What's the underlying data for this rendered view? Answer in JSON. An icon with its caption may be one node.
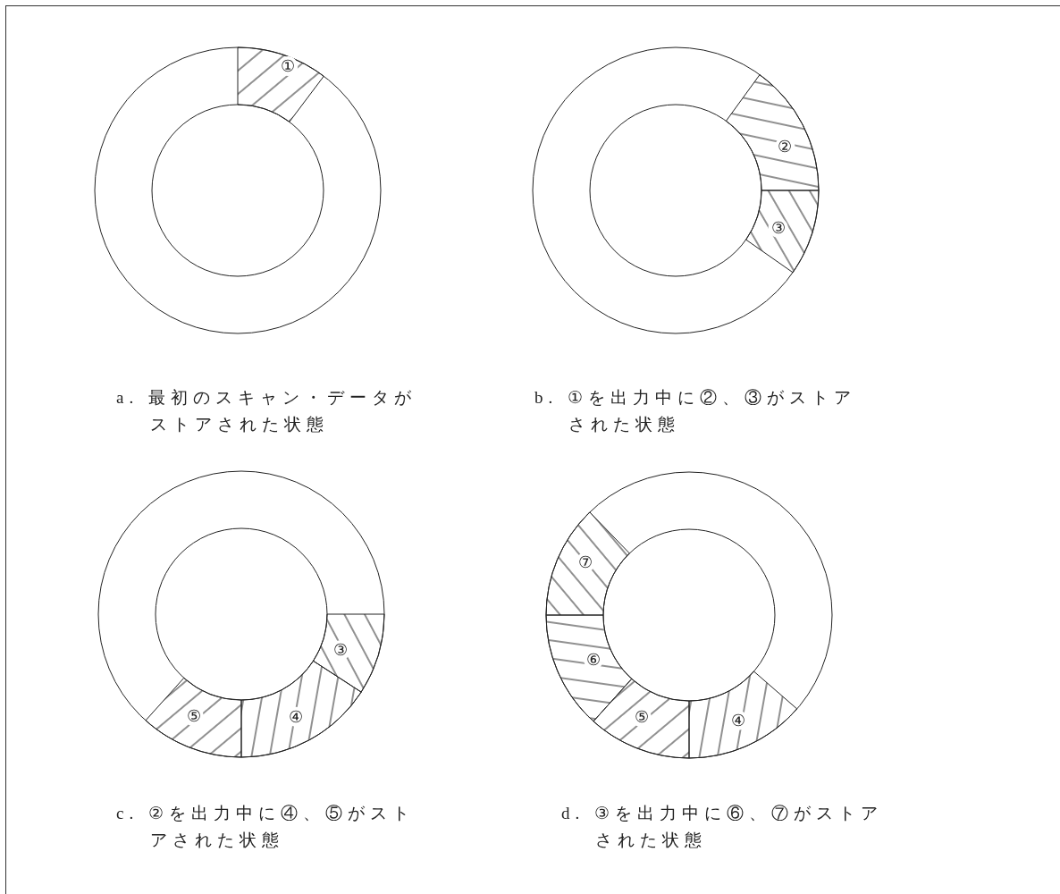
{
  "diagram": {
    "nodes": [
      {
        "text": [],
        "shape": "circle"
      },
      {
        "text": [
          "①"
        ],
        "in": 0
      },
      {
        "text": [],
        "shape": "circle"
      },
      {
        "text": [
          "②"
        ],
        "in": 2
      },
      {
        "text": [
          "③"
        ],
        "in": 2
      },
      {
        "text": [],
        "shape": "circle"
      },
      {
        "text": [
          "③"
        ],
        "in": 5
      },
      {
        "text": [
          "④"
        ],
        "in": 5
      },
      {
        "text": [
          "⑤"
        ],
        "in": 5
      },
      {
        "text": [],
        "shape": "circle"
      },
      {
        "text": [
          "④"
        ],
        "in": 9
      },
      {
        "text": [
          "⑤"
        ],
        "in": 9
      },
      {
        "text": [
          "⑥"
        ],
        "in": 9
      },
      {
        "text": [
          "⑦"
        ],
        "in": 9
      }
    ],
    "edges": [],
    "labels": [
      "a. 最初のスキャン・データがストアされた状態",
      "b. ①を出力中に②、③がストアされた状態",
      "c. ②を出力中に④、⑤がストアされた状態",
      "d. ③を出力中に⑥、⑦がストアされた状態"
    ]
  }
}
